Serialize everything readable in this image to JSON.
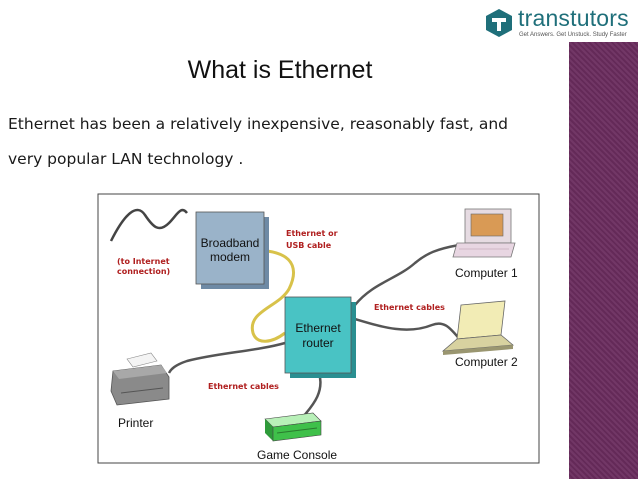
{
  "slide": {
    "title": "What is Ethernet",
    "body_lines": [
      "Ethernet has been a relatively inexpensive, reasonably fast, and",
      "very popular LAN technology ."
    ]
  },
  "logo": {
    "name": "transtutors",
    "tagline": "Get Answers. Get Unstuck. Study Faster"
  },
  "diagram": {
    "labels": {
      "internet": [
        "(to Internet",
        "connection)"
      ],
      "modem": [
        "Broadband",
        "modem"
      ],
      "ethernet_or_usb": [
        "Ethernet or",
        "USB cable"
      ],
      "router": [
        "Ethernet",
        "router"
      ],
      "ethernet_cables_right": "Ethernet cables",
      "ethernet_cables_left": "Ethernet cables",
      "computer1": "Computer 1",
      "computer2": "Computer 2",
      "printer": "Printer",
      "game_console": "Game Console"
    }
  },
  "colors": {
    "sidebar": "#6a2c5e",
    "logo_teal": "#1f6f7a",
    "box_blue": "#9ab3c9",
    "router_teal": "#49c3c4",
    "label_red": "#b02020",
    "cable_yellow": "#d8c24a",
    "cable_gray": "#555555"
  }
}
